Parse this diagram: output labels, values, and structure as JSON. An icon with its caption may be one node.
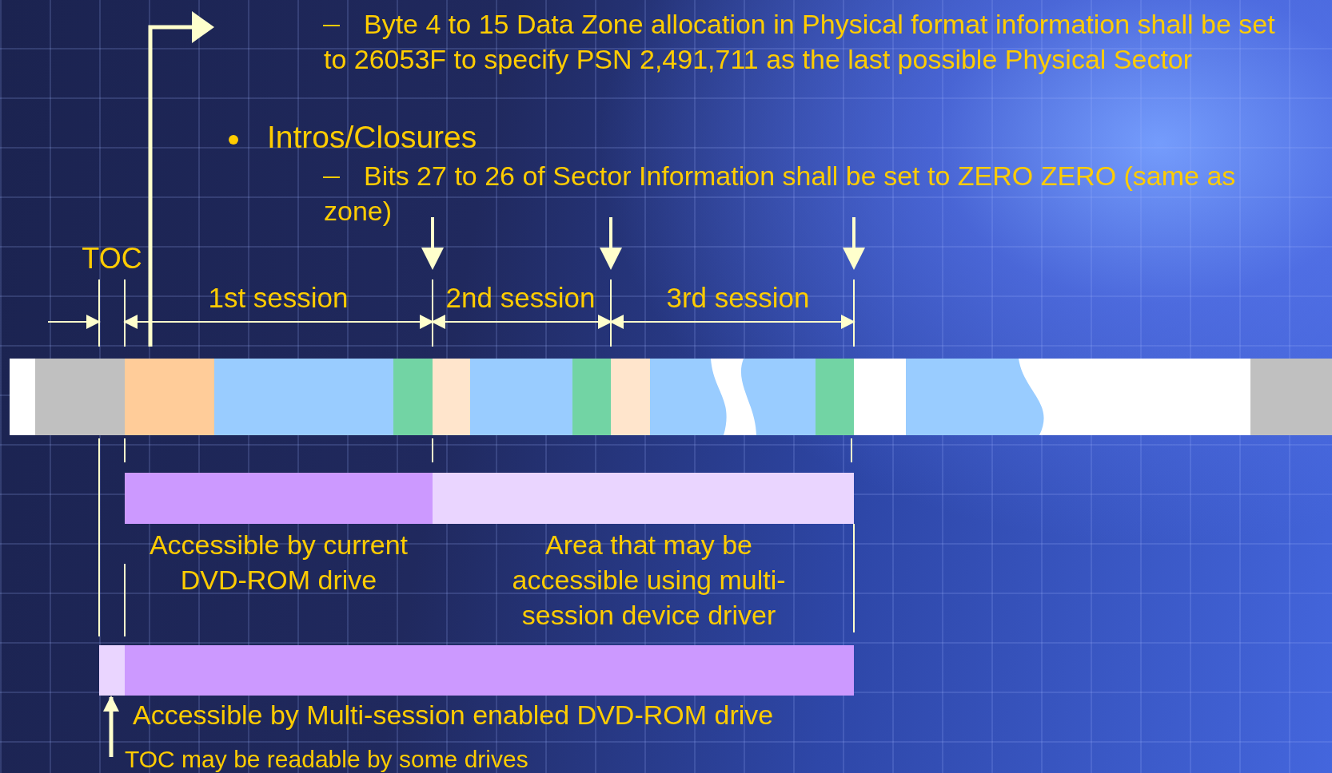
{
  "diagram": {
    "nodes": [
      {
        "text": [
          "Accessible by current DVD-ROM drive"
        ]
      },
      {
        "text": [
          "Area that may be accessible using multi-session device driver"
        ]
      },
      {
        "text": [
          "Accessible by Multi-session enabled DVD-ROM drive"
        ]
      },
      {
        "text": [],
        "shape": "box",
        "in": 2
      },
      {
        "text": [
          "TOC may be readable by some drives"
        ]
      }
    ],
    "edges": [
      {
        "from": 4,
        "to": 3,
        "arrow": "to"
      }
    ],
    "labels": [
      "Byte 4 to 15 Data Zone allocation in Physical format information shall be set to 26053F to specify PSN 2,491,711 as the last possible Physical Sector",
      "Intros/Closures",
      "Bits 27 to 26 of Sector Information shall be set to ZERO ZERO (same as zone)",
      "TOC",
      "1st session",
      "2nd session",
      "3rd session"
    ]
  }
}
